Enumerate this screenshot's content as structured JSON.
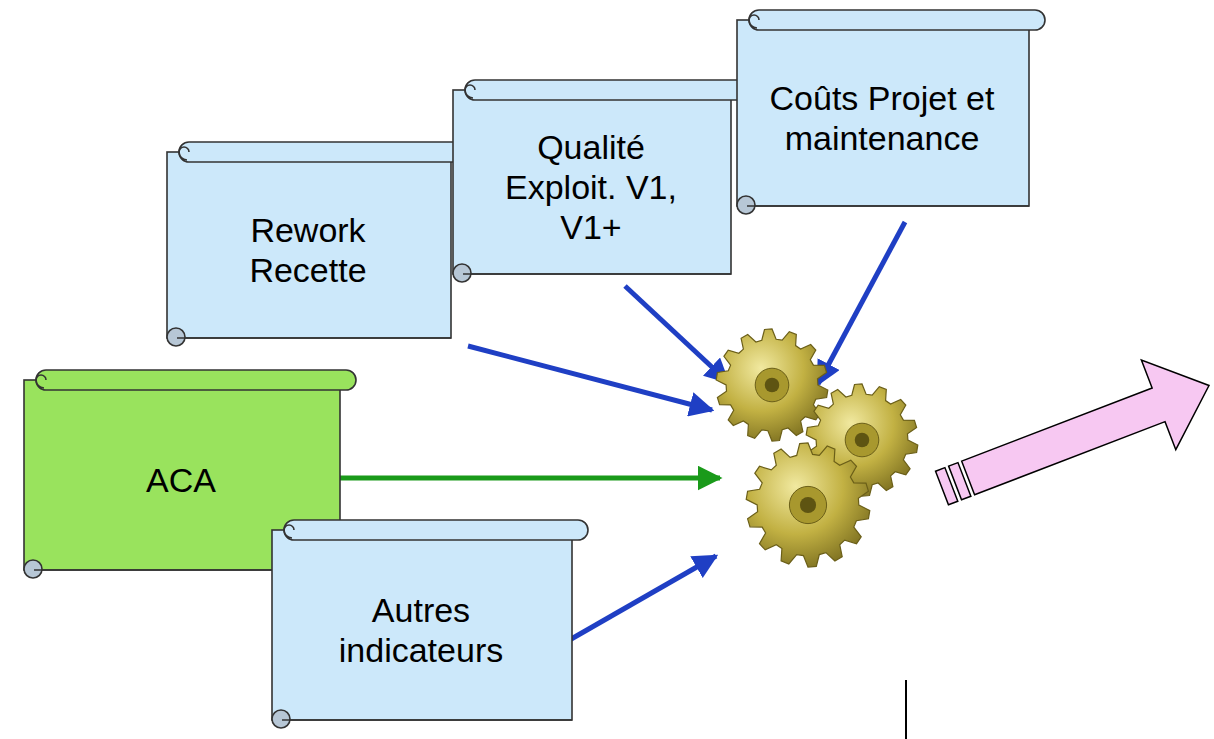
{
  "diagram": {
    "nodes": [
      {
        "text": [
          "Rework Recette"
        ]
      },
      {
        "text": [
          "Qualité Exploit. V1, V1+"
        ]
      },
      {
        "text": [
          "Coûts Projet et maintenance"
        ]
      },
      {
        "text": [
          "ACA"
        ]
      },
      {
        "text": [
          "Autres indicateurs"
        ]
      }
    ]
  }
}
